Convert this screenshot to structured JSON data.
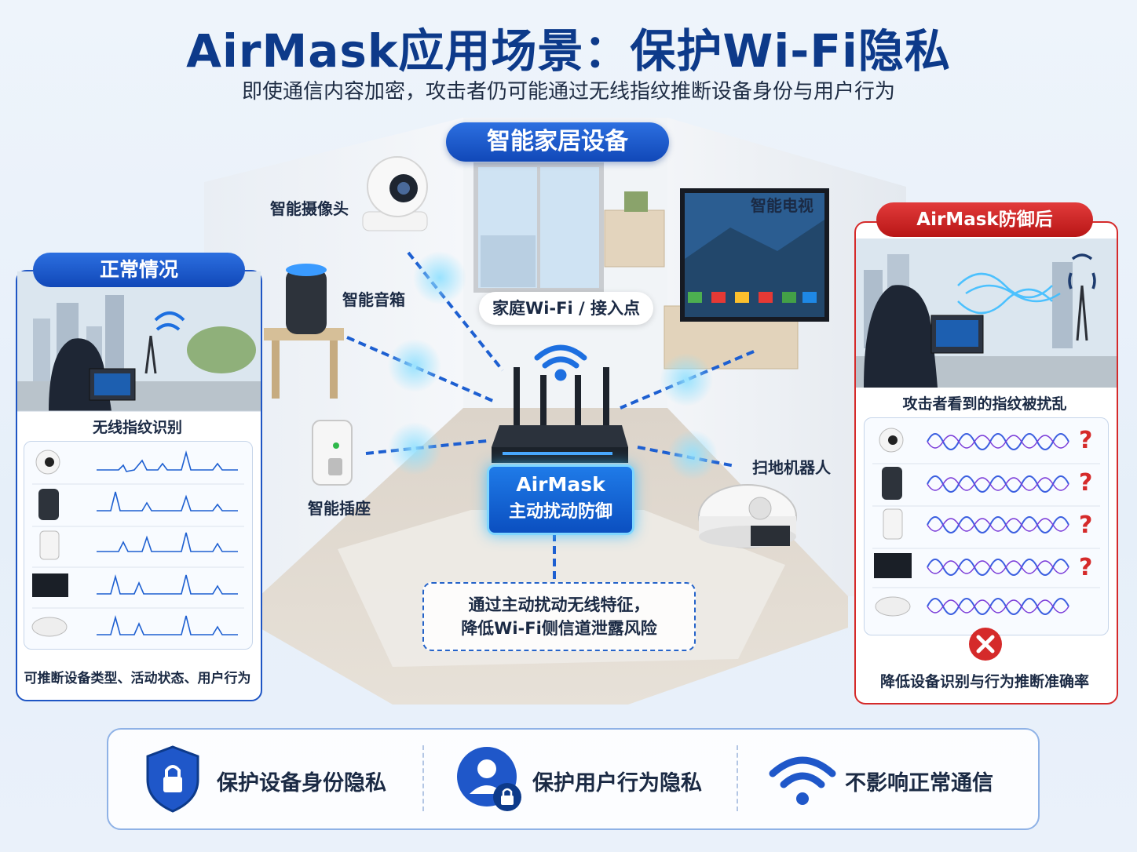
{
  "header": {
    "title": "AirMask应用场景：保护Wi-Fi隐私",
    "subtitle": "即使通信内容加密，攻击者仍可能通过无线指纹推断设备身份与用户行为"
  },
  "room": {
    "section_title": "智能家居设备",
    "devices": {
      "camera": "智能摄像头",
      "speaker": "智能音箱",
      "tv": "智能电视",
      "plug": "智能插座",
      "robot": "扫地机器人"
    },
    "access_point_label": "家庭Wi-Fi / 接入点",
    "airmask_box": {
      "line1": "AirMask",
      "line2": "主动扰动防御"
    },
    "note": {
      "line1": "通过主动扰动无线特征，",
      "line2": "降低Wi-Fi侧信道泄露风险"
    }
  },
  "left_panel": {
    "tab": "正常情况",
    "fingerprint_title": "无线指纹识别",
    "caption": "可推断设备类型、活动状态、用户行为"
  },
  "right_panel": {
    "tab": "AirMask防御后",
    "fingerprint_title": "攻击者看到的指纹被扰乱",
    "question_mark": "?",
    "caption": "降低设备识别与行为推断准确率"
  },
  "benefits": [
    {
      "icon": "shield-lock-icon",
      "label": "保护设备身份隐私"
    },
    {
      "icon": "user-lock-icon",
      "label": "保护用户行为隐私"
    },
    {
      "icon": "wifi-icon",
      "label": "不影响正常通信"
    }
  ],
  "colors": {
    "primary_blue": "#1148b8",
    "defense_red": "#d52a2a",
    "glow_cyan": "#3cbcff"
  }
}
